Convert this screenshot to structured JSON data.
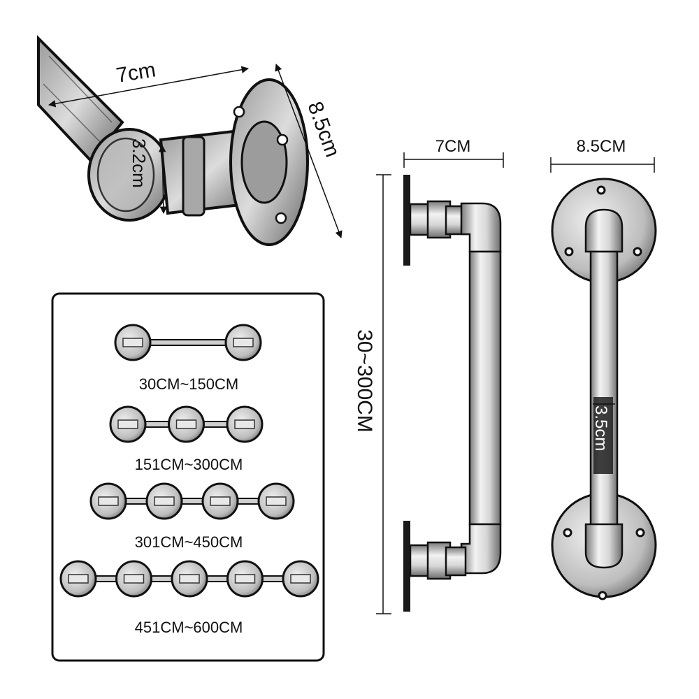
{
  "detail": {
    "pipe_length": "7cm",
    "flange_diameter": "8.5cm",
    "pipe_diameter": "3.2cm"
  },
  "side_view": {
    "depth": "7CM",
    "length": "30~300CM"
  },
  "front_view": {
    "width": "8.5CM",
    "pipe_diameter": "3.5cm"
  },
  "length_options": [
    {
      "label": "30CM~150CM",
      "flanges": 2
    },
    {
      "label": "151CM~300CM",
      "flanges": 3
    },
    {
      "label": "301CM~450CM",
      "flanges": 4
    },
    {
      "label": "451CM~600CM",
      "flanges": 5
    }
  ],
  "colors": {
    "ink": "#111111",
    "metal_light": "#e4e4e4",
    "metal_dark": "#8a8a8a"
  }
}
